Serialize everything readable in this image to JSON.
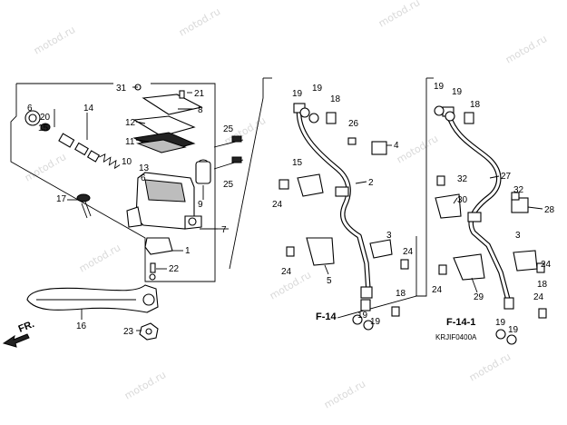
{
  "watermark": "motod.ru",
  "callouts": {
    "c1": "1",
    "c2": "2",
    "c3a": "3",
    "c3b": "3",
    "c4": "4",
    "c5": "5",
    "c6": "6",
    "c7": "7",
    "c8": "8",
    "c9": "9",
    "c10": "10",
    "c11": "11",
    "c12": "12",
    "c13": "13",
    "c14": "14",
    "c15": "15",
    "c16": "16",
    "c17": "17",
    "c18a": "18",
    "c18b": "18",
    "c18c": "18",
    "c18d": "18",
    "c19a": "19",
    "c19b": "19",
    "c19c": "19",
    "c19d": "19",
    "c19e": "19",
    "c19f": "19",
    "c19g": "19",
    "c19h": "19",
    "c20": "20",
    "c21": "21",
    "c22": "22",
    "c23": "23",
    "c24a": "24",
    "c24b": "24",
    "c24c": "24",
    "c24d": "24",
    "c24e": "24",
    "c24f": "24",
    "c25a": "25",
    "c25b": "25",
    "c26": "26",
    "c27": "27",
    "c28": "28",
    "c29": "29",
    "c30": "30",
    "c31": "31",
    "c32a": "32",
    "c32b": "32"
  },
  "refs": {
    "f14": "F-14",
    "f141": "F-14-1"
  },
  "arrow_label": "FR.",
  "code": "KRJIF0400A"
}
